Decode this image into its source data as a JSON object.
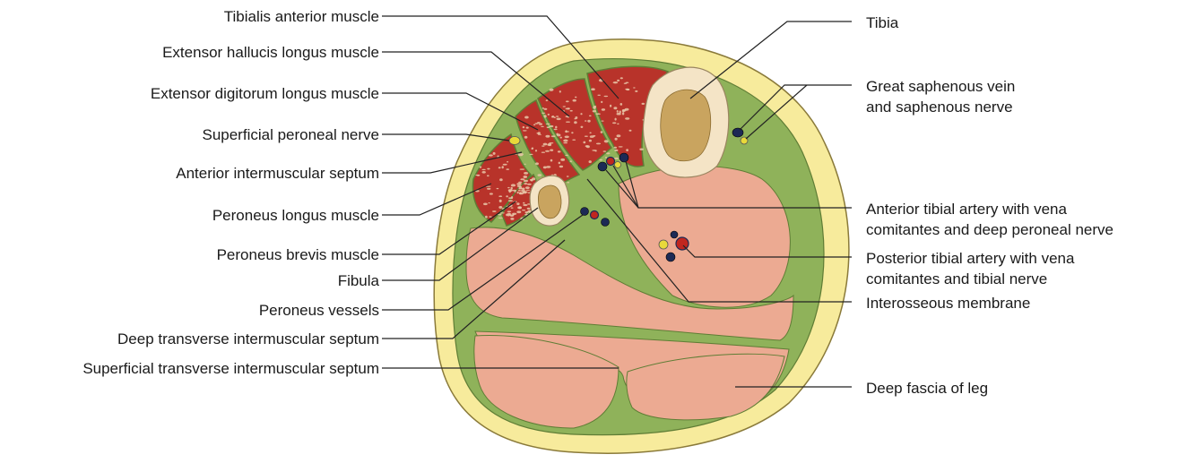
{
  "diagram": {
    "colors": {
      "skin_fat": "#f7eb9c",
      "skin_outline": "#8a7a3a",
      "fascia": "#8fb25a",
      "fascia_dark": "#5f7d35",
      "anterior_muscle": "#b8332a",
      "anterior_fleck": "#e9c7a8",
      "posterior_muscle": "#ecaa92",
      "bone_cortex": "#f4e4c6",
      "bone_marrow": "#c9a45f",
      "vein": "#1d2a55",
      "artery": "#c0261f",
      "nerve": "#e8d93a"
    },
    "labels_left": [
      "Tibialis anterior muscle",
      "Extensor hallucis longus muscle",
      "Extensor digitorum longus muscle",
      "Superficial peroneal nerve",
      "Anterior intermuscular septum",
      "Peroneus longus muscle",
      "Peroneus brevis muscle",
      "Fibula",
      "Peroneus vessels",
      "Deep transverse intermuscular septum",
      "Superficial transverse intermuscular septum"
    ],
    "labels_right": {
      "tibia": [
        "Tibia"
      ],
      "great_saphenous": [
        "Great saphenous vein",
        "and saphenous nerve"
      ],
      "anterior_tibial": [
        "Anterior tibial artery with vena",
        "comitantes and deep peroneal nerve"
      ],
      "posterior_tibial": [
        "Posterior tibial artery with vena",
        "comitantes and tibial nerve"
      ],
      "interosseous": [
        "Interosseous membrane"
      ],
      "deep_fascia": [
        "Deep fascia of leg"
      ]
    }
  }
}
